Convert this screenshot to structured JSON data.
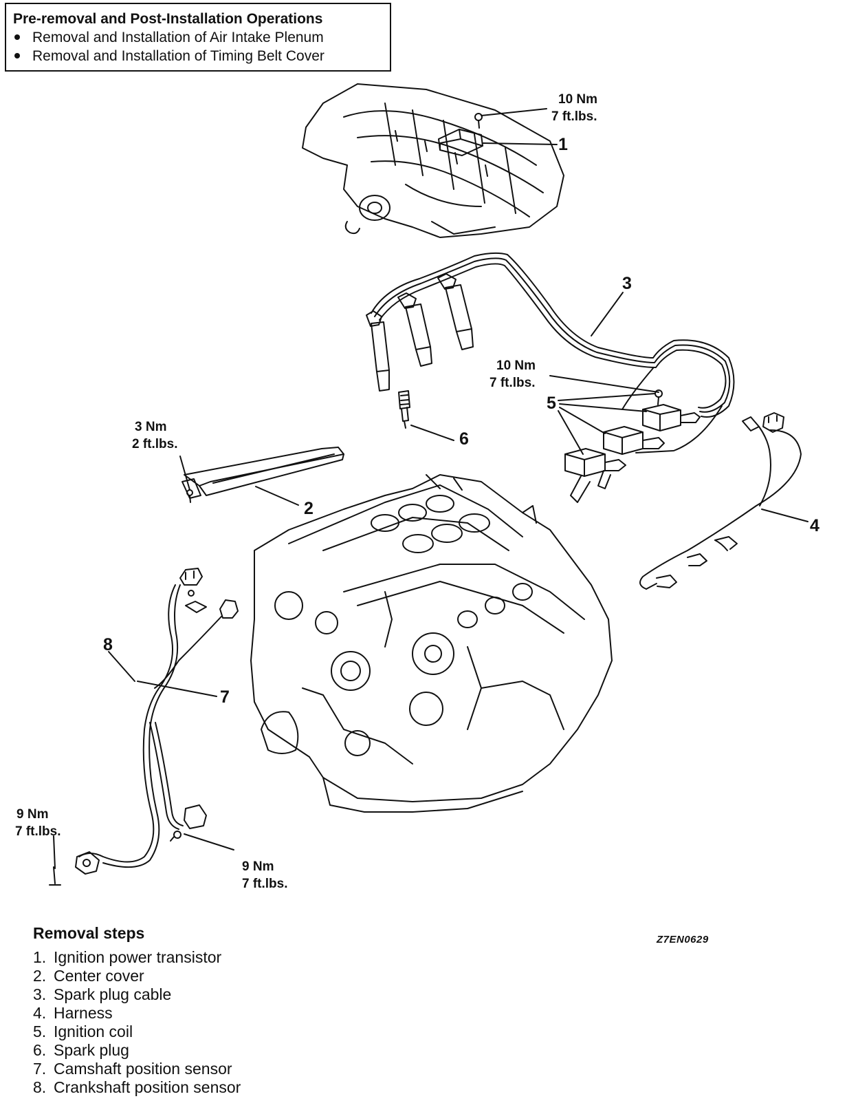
{
  "operations": {
    "title": "Pre-removal and Post-Installation Operations",
    "items": [
      "Removal and Installation of Air Intake Plenum",
      "Removal and Installation of Timing Belt Cover"
    ]
  },
  "callouts": [
    "1",
    "2",
    "3",
    "4",
    "5",
    "6",
    "7",
    "8"
  ],
  "torques": {
    "t1": {
      "nm": "10 Nm",
      "ftlbs": "7 ft.lbs."
    },
    "t2": {
      "nm": "10 Nm",
      "ftlbs": "7 ft.lbs."
    },
    "t3": {
      "nm": "3 Nm",
      "ftlbs": "2 ft.lbs."
    },
    "t4": {
      "nm": "9 Nm",
      "ftlbs": "7 ft.lbs."
    },
    "t5": {
      "nm": "9 Nm",
      "ftlbs": "7 ft.lbs."
    }
  },
  "removal": {
    "title": "Removal steps",
    "steps": [
      {
        "num": "1.",
        "text": "Ignition power transistor"
      },
      {
        "num": "2.",
        "text": "Center cover"
      },
      {
        "num": "3.",
        "text": "Spark plug cable"
      },
      {
        "num": "4.",
        "text": "Harness"
      },
      {
        "num": "5.",
        "text": "Ignition coil"
      },
      {
        "num": "6.",
        "text": "Spark plug"
      },
      {
        "num": "7.",
        "text": "Camshaft position sensor"
      },
      {
        "num": "8.",
        "text": "Crankshaft position sensor"
      }
    ]
  },
  "figure_id": "Z7EN0629"
}
